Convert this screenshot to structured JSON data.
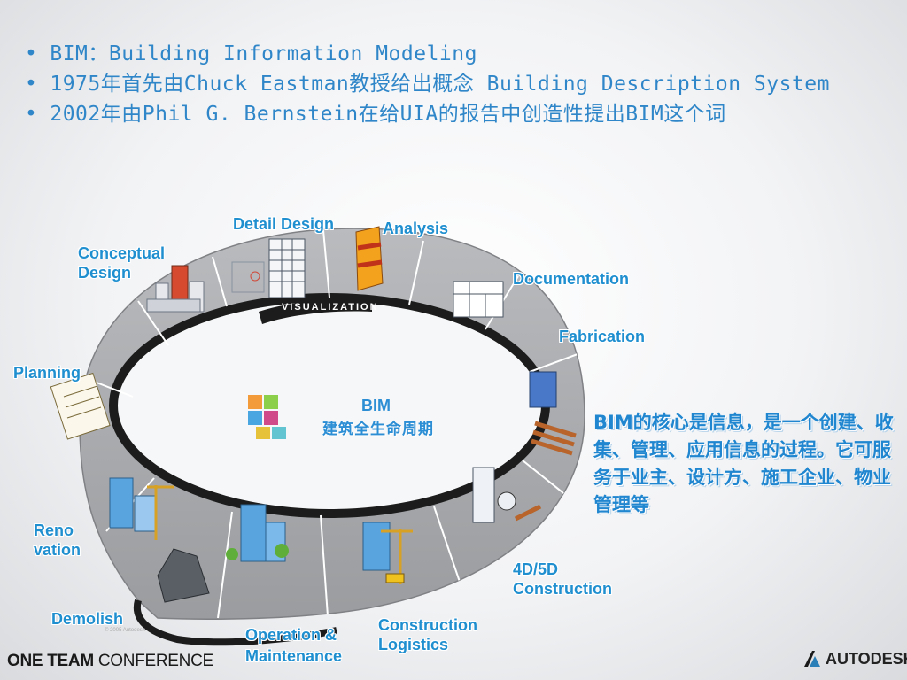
{
  "bullets": [
    "BIM：Building Information Modeling",
    "1975年首先由Chuck Eastman教授给出概念 Building Description System",
    "2002年由Phil G. Bernstein在给UIA的报告中创造性提出BIM这个词"
  ],
  "cycle": {
    "ring_label": "VISUALIZATION",
    "center_title": "BIM",
    "center_subtitle": "建筑全生命周期",
    "stages": {
      "detail_design": "Detail Design",
      "analysis": "Analysis",
      "conceptual_design": "Conceptual\nDesign",
      "documentation": "Documentation",
      "fabrication": "Fabrication",
      "planning": "Planning",
      "renovation": "Reno\nvation",
      "construction_4d5d": "4D/5D\nConstruction",
      "demolish": "Demolish",
      "operation_maintenance": "Operation &\nMaintenance",
      "construction_logistics": "Construction\nLogistics"
    },
    "copyright": "© 2005 Autodesk",
    "colors": {
      "ring": "#a9abae",
      "ring_dark": "#1c1c1c",
      "accent": "#1f8fd0"
    }
  },
  "core_text": "BIM的核心是信息，是一个创建、收集、管理、应用信息的过程。它可服务于业主、设计方、施工企业、物业管理等",
  "footer": {
    "conference_bold": "ONE TEAM",
    "conference_rest": " CONFERENCE",
    "brand": "AUTODESK."
  }
}
